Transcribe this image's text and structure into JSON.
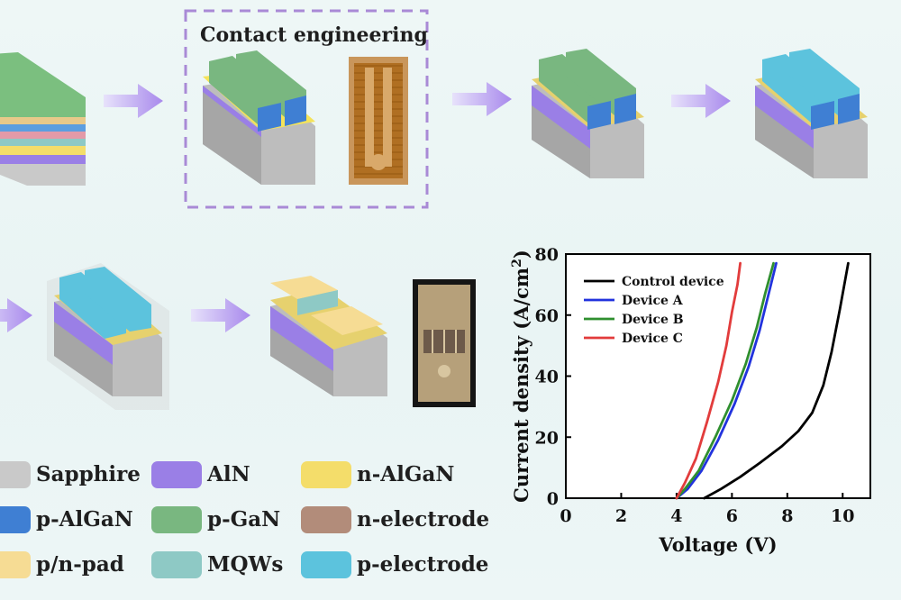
{
  "panel": {
    "contact_title": "Contact engineering"
  },
  "legend": [
    {
      "label": "Sapphire",
      "color": "#c9c9c9"
    },
    {
      "label": "AlN",
      "color": "#9a7fe6"
    },
    {
      "label": "n-AlGaN",
      "color": "#f4dd6a"
    },
    {
      "label": "p-AlGaN",
      "color": "#3f7fd3"
    },
    {
      "label": "p-GaN",
      "color": "#79b780"
    },
    {
      "label": "n-electrode",
      "color": "#b28c7a"
    },
    {
      "label": "p/n-pad",
      "color": "#f6dc94"
    },
    {
      "label": "MQWs",
      "color": "#8ec9c5"
    },
    {
      "label": "p-electrode",
      "color": "#5cc3dd"
    }
  ],
  "chart_data": {
    "type": "line",
    "xlabel": "Voltage (V)",
    "ylabel": "Current density (A/cm",
    "ylabel_sup": "2",
    "ylabel_end": ")",
    "xlim": [
      0,
      11
    ],
    "ylim": [
      0,
      80
    ],
    "xticks": [
      0,
      2,
      4,
      6,
      8,
      10
    ],
    "yticks": [
      0,
      20,
      40,
      60,
      80
    ],
    "legend_position": "top-left",
    "series": [
      {
        "name": "Control device",
        "color": "#000000",
        "x": [
          5.0,
          5.6,
          6.3,
          7.0,
          7.8,
          8.4,
          8.9,
          9.3,
          9.6,
          9.9,
          10.2
        ],
        "y": [
          0,
          3,
          7,
          11.5,
          17,
          22,
          28,
          37,
          48,
          62,
          77
        ]
      },
      {
        "name": "Device A",
        "color": "#2233dd",
        "x": [
          4.0,
          4.4,
          4.9,
          5.5,
          6.1,
          6.6,
          7.0,
          7.3,
          7.6
        ],
        "y": [
          0,
          3,
          9,
          19,
          31,
          43,
          55,
          66,
          77
        ]
      },
      {
        "name": "Device B",
        "color": "#2f8f2f",
        "x": [
          4.0,
          4.3,
          4.8,
          5.4,
          6.0,
          6.5,
          6.9,
          7.2,
          7.5
        ],
        "y": [
          0,
          3,
          9,
          20,
          32,
          44,
          56,
          67,
          77
        ]
      },
      {
        "name": "Device C",
        "color": "#e23c3c",
        "x": [
          4.0,
          4.3,
          4.7,
          5.1,
          5.5,
          5.8,
          6.0,
          6.2,
          6.3
        ],
        "y": [
          0,
          5,
          13,
          25,
          38,
          50,
          61,
          70,
          77
        ]
      }
    ]
  }
}
